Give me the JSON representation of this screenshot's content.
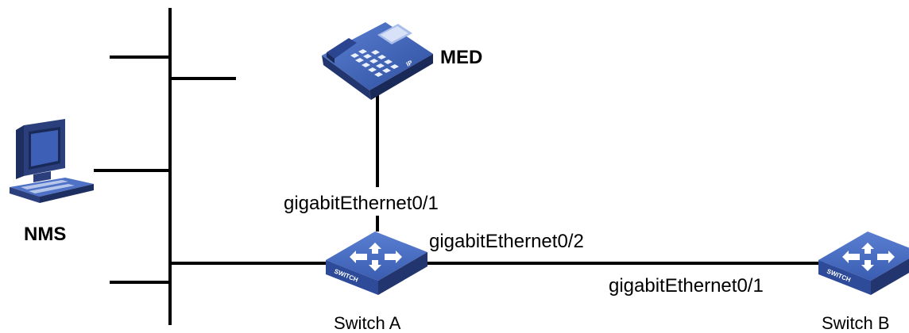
{
  "diagram": {
    "devices": {
      "nms": {
        "label": "NMS",
        "icon": "computer-icon"
      },
      "med": {
        "label": "MED",
        "icon": "ip-phone-icon",
        "phone_badge": "IP"
      },
      "switch_a": {
        "label": "Switch A",
        "icon": "switch-icon",
        "body_text": "SWITCH"
      },
      "switch_b": {
        "label": "Switch B",
        "icon": "switch-icon",
        "body_text": "SWITCH"
      }
    },
    "ports": {
      "switch_a_to_med": "gigabitEthernet0/1",
      "switch_a_to_b": "gigabitEthernet0/2",
      "switch_b_to_a": "gigabitEthernet0/1"
    },
    "colors": {
      "device_blue": "#3f63b8",
      "device_dark": "#22356e",
      "line": "#000000"
    }
  }
}
